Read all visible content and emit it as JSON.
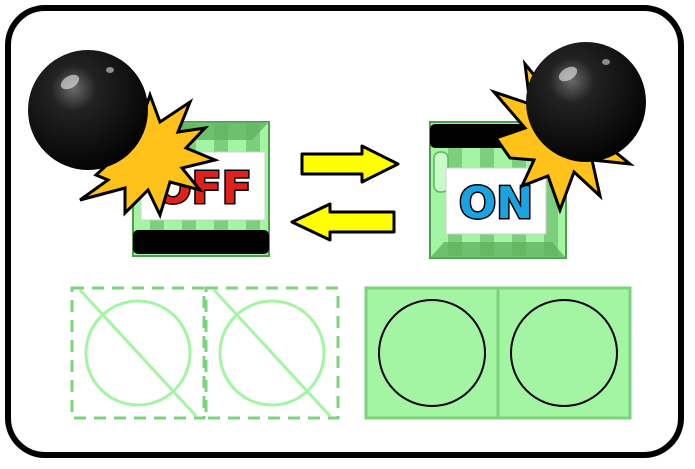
{
  "switch_off": {
    "label": "OFF",
    "label_color": "#e0201a"
  },
  "switch_on": {
    "label": "ON",
    "label_color": "#1aa3e0"
  },
  "colors": {
    "light_green": "#a3f5a3",
    "mid_green": "#7ccf7c",
    "dark_green": "#4e9e4e",
    "outline_green": "#7bd47b",
    "arrow_yellow": "#ffff00",
    "explosion": "#ffc21a",
    "ball": "#000000"
  },
  "icons": {
    "bomb": "black-sphere",
    "explosion": "starburst",
    "arrow_right": "yellow-right-arrow",
    "arrow_left": "yellow-left-arrow",
    "disabled_slot": "circle-with-slash",
    "enabled_slot": "black-circle"
  }
}
